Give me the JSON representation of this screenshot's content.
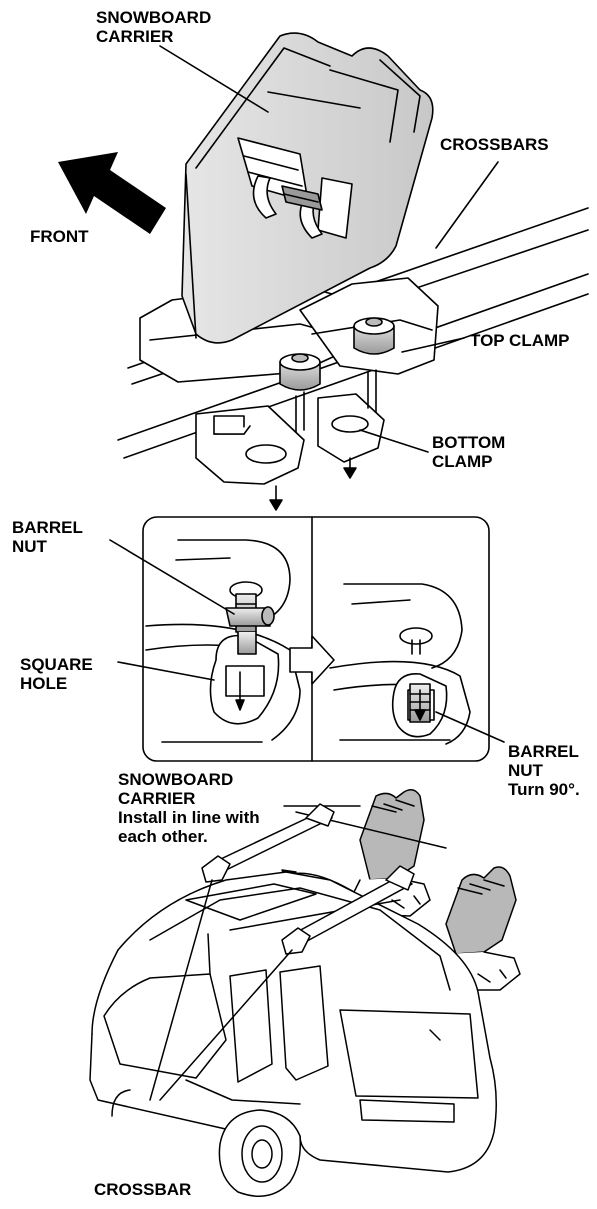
{
  "labels": {
    "snowboard_carrier_top": "SNOWBOARD\nCARRIER",
    "crossbars": "CROSSBARS",
    "front": "FRONT",
    "top_clamp": "TOP CLAMP",
    "bottom_clamp": "BOTTOM\nCLAMP",
    "barrel_nut_left": "BARREL\nNUT",
    "square_hole": "SQUARE\nHOLE",
    "barrel_nut_right": "BARREL\nNUT\nTurn 90°.",
    "snowboard_carrier_bottom": "SNOWBOARD\nCARRIER\nInstall in line with\neach other.",
    "crossbar": "CROSSBAR"
  },
  "colors": {
    "line": "#000000",
    "carrier_fill": "#d8d8d8",
    "carrier_small_fill": "#b8b8b8",
    "nut_fill": "#c9c9c9",
    "background": "#ffffff"
  },
  "icons": {
    "direction_arrow": "front-arrow-icon",
    "step_arrow": "next-step-arrow-icon"
  }
}
